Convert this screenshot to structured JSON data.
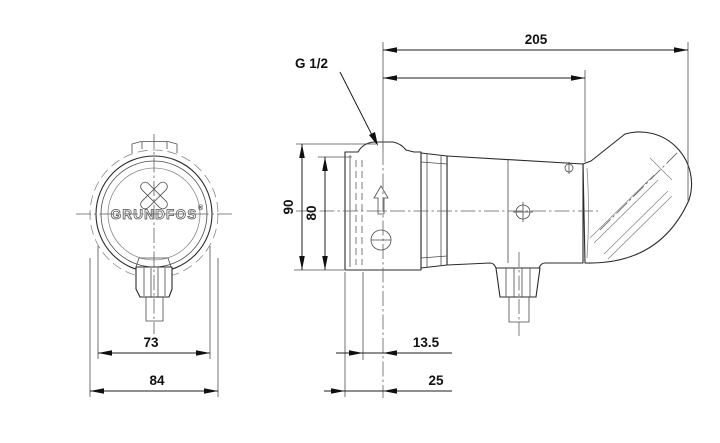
{
  "drawing": {
    "brand": "GRUNDFOS",
    "registered_mark": "®",
    "thread_label": "G 1/2",
    "line_color": "#2b2b2b",
    "background_color": "#ffffff",
    "dims": {
      "length_overall": "205",
      "height_overall": "90",
      "height_body": "80",
      "width_body": "73",
      "width_overall": "84",
      "offset_small": "13.5",
      "offset_port": "25"
    }
  }
}
